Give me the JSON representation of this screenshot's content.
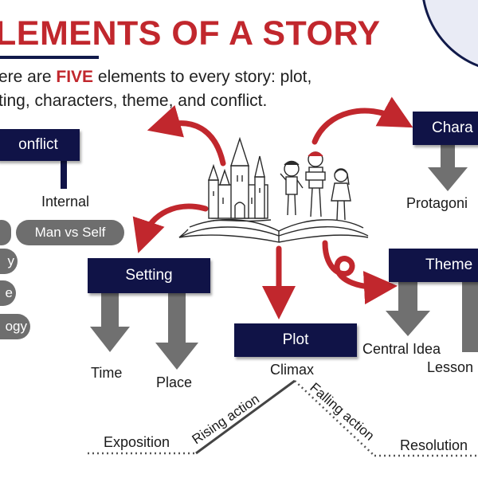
{
  "title": "LEMENTS OF A STORY",
  "intro": {
    "line1_pre": "ere are ",
    "line1_emph": "FIVE",
    "line1_post": " elements to every story: plot,",
    "line2": "ting, characters, theme, and conflict."
  },
  "conflict": {
    "box_label": "onflict",
    "internal_label": "Internal",
    "pills": [
      "Man vs Self"
    ],
    "left_pill_fragments": [
      "y",
      "e",
      "ogy"
    ]
  },
  "characters": {
    "box_label": "Chara",
    "protagonist_label": "Protagoni"
  },
  "setting": {
    "box_label": "Setting",
    "items": [
      "Time",
      "Place"
    ]
  },
  "plot": {
    "box_label": "Plot",
    "climax_label": "Climax",
    "arc": [
      "Exposition",
      "Rising action",
      "Falling action",
      "Resolution"
    ]
  },
  "theme": {
    "box_label": "Theme",
    "items": [
      "Central Idea",
      "Lesson"
    ]
  },
  "colors": {
    "title_red": "#c1272d",
    "navy": "#101347",
    "arrow_gray": "#707070",
    "arrow_red": "#c1272d",
    "pill_gray": "#6e6e6e"
  },
  "icons": [
    "castle-book-illustration",
    "children-figures-icon",
    "curved-red-arrow-icon",
    "gray-down-arrow-icon"
  ]
}
